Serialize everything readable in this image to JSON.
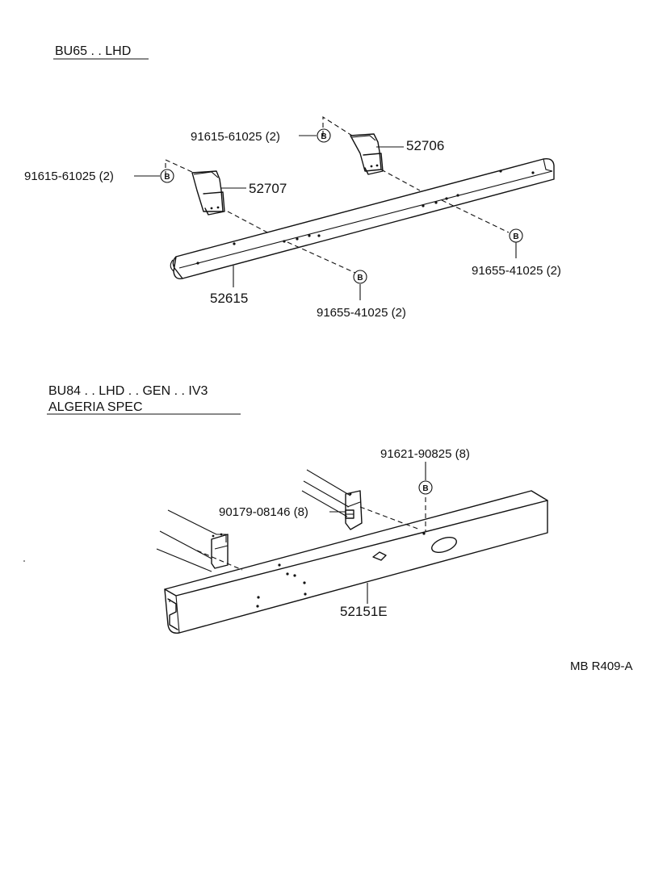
{
  "sections": [
    {
      "header": "BU65 . . LHD",
      "callouts": {
        "bolt_upper_right": "91615-61025 (2)",
        "bolt_upper_left": "91615-61025 (2)",
        "bracket_right": "52706",
        "bracket_left": "52707",
        "rail": "52615",
        "nut_lower_right": "91655-41025 (2)",
        "nut_lower_mid": "91655-41025 (2)"
      }
    },
    {
      "header_line1": "BU84 . . LHD . . GEN . . IV3",
      "header_line2": "ALGERIA SPEC",
      "callouts": {
        "bolt_top": "91621-90825 (8)",
        "nut": "90179-08146 (8)",
        "frame": "52151E"
      }
    }
  ],
  "marker_letter": "B",
  "figure_code": "MB R409-A"
}
